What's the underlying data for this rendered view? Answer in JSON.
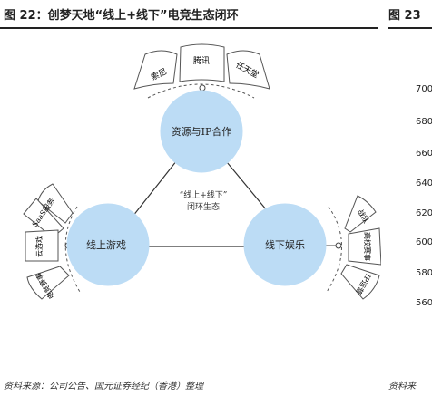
{
  "left_figure": {
    "title": "图 22：创梦天地“线上+线下”电竞生态闭环",
    "source": "资料来源：公司公告、国元证券经纪（香港）整理",
    "center_label_line1": "“线上+线下”",
    "center_label_line2": "闭环生态",
    "nodes": {
      "top": "资源与IP合作",
      "left": "线上游戏",
      "right": "线下娱乐"
    },
    "top_fans": [
      "索尼",
      "腾讯",
      "任天堂"
    ],
    "left_fans": [
      "SaaS服务",
      "云游戏",
      "电竞赛事"
    ],
    "right_fans": [
      "战队",
      "高校赛事",
      "IP运营"
    ]
  },
  "right_figure": {
    "title": "图 23",
    "source": "资料来",
    "y_ticks": [
      "700",
      "680",
      "660",
      "640",
      "620",
      "600",
      "580",
      "560"
    ]
  }
}
